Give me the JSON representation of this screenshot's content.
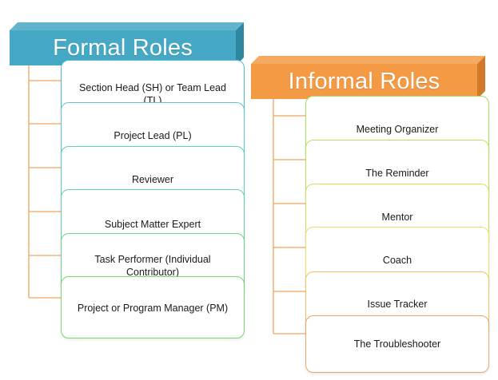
{
  "formal": {
    "title": "Formal Roles",
    "header_color": "#45a9c6",
    "header_dark": "#2f86a0",
    "items": [
      {
        "label": "Section Head (SH)  or Team Lead (TL)",
        "border": "#56bccd"
      },
      {
        "label": "Project Lead (PL)",
        "border": "#5ec6d2"
      },
      {
        "label": "Reviewer",
        "border": "#5ecfbe"
      },
      {
        "label": "Subject Matter Expert",
        "border": "#64d3a2"
      },
      {
        "label": "Task Performer (Individual Contributor)",
        "border": "#6cd688"
      },
      {
        "label": "Project or Program Manager (PM)",
        "border": "#78d770"
      }
    ]
  },
  "informal": {
    "title": "Informal Roles",
    "header_color": "#f49a45",
    "header_dark": "#d27a2a",
    "items": [
      {
        "label": "Meeting Organizer",
        "border": "#a6dd62"
      },
      {
        "label": "The Reminder",
        "border": "#bbdf5c"
      },
      {
        "label": "Mentor",
        "border": "#d2e15b"
      },
      {
        "label": "Coach",
        "border": "#e7df66"
      },
      {
        "label": "Issue Tracker",
        "border": "#efc26a"
      },
      {
        "label": "The Troubleshooter",
        "border": "#f0a466"
      }
    ]
  },
  "connector_color": "#f2a35c"
}
